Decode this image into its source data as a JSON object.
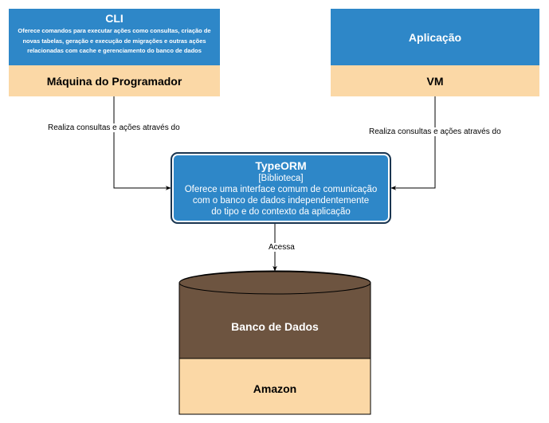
{
  "cli": {
    "title": "CLI",
    "description": "Oferece comandos para executar ações como consultas, criação de novas tabelas, geração e execução de migrações e outras ações relacionadas com cache e gerenciamento do banco de dados",
    "host": "Máquina do Programador"
  },
  "app": {
    "title": "Aplicação",
    "host": "VM"
  },
  "orm": {
    "title": "TypeORM",
    "kind": "[Biblioteca]",
    "line1": "Oferece uma interface comum de comunicação",
    "line2": "com o banco de dados independentemente",
    "line3": "do tipo e do contexto da aplicação"
  },
  "db": {
    "title": "Banco de Dados",
    "host": "Amazon"
  },
  "edges": {
    "cli_to_orm": "Realiza consultas e ações através do",
    "app_to_orm": "Realiza consultas e ações através do",
    "orm_to_db": "Acessa"
  },
  "colors": {
    "container_blue": "#2e87c8",
    "node_peach": "#fbd8a6",
    "database_brown": "#6d5440",
    "border_dark": "#1a3550"
  }
}
